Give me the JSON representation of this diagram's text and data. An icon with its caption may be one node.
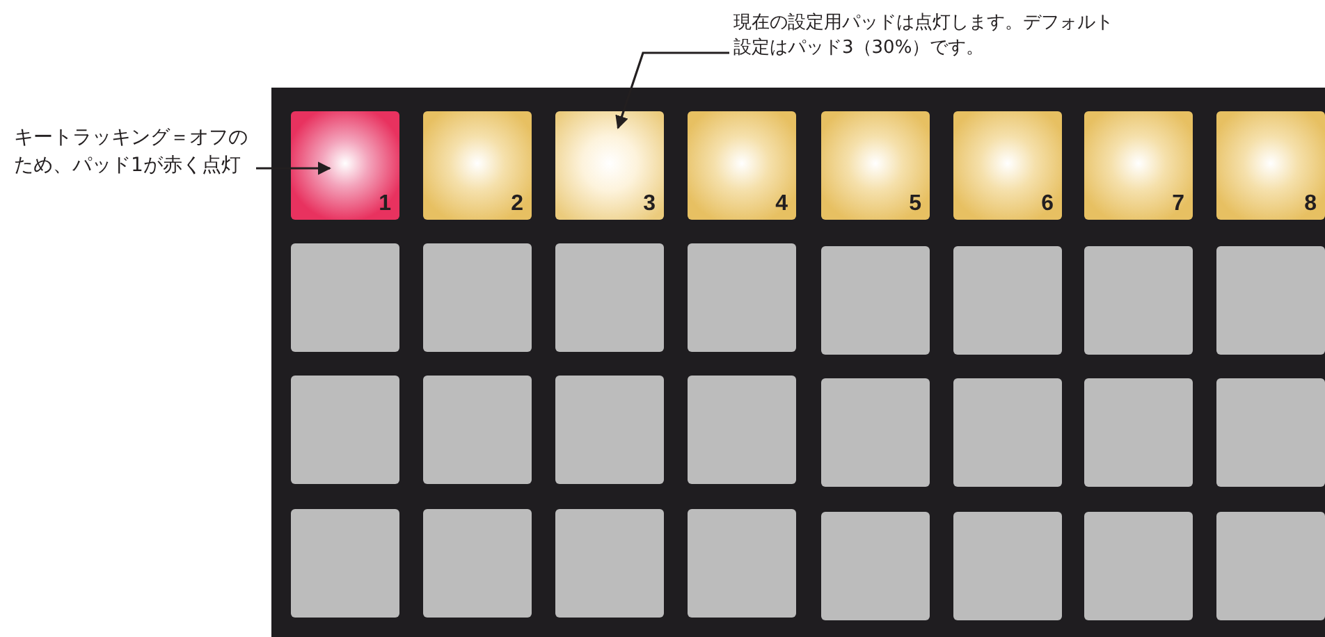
{
  "diagram": {
    "nodes": [
      {
        "text": [
          "現在の設定用パッドは点灯します。デフォルト設定はパッド3（30%）です。"
        ]
      },
      {
        "text": [
          "キートラッキング＝オフのため、パッド1が赤く点灯"
        ]
      },
      {
        "text": [
          "1"
        ]
      },
      {
        "text": [
          "2"
        ]
      },
      {
        "text": [
          "3"
        ]
      },
      {
        "text": [
          "4"
        ]
      },
      {
        "text": [
          "5"
        ]
      },
      {
        "text": [
          "6"
        ]
      },
      {
        "text": [
          "7"
        ]
      },
      {
        "text": [
          "8"
        ]
      },
      {
        "text": [],
        "shape": "box"
      },
      {
        "text": [],
        "shape": "box"
      },
      {
        "text": [],
        "shape": "box"
      },
      {
        "text": [],
        "shape": "box"
      },
      {
        "text": [],
        "shape": "box"
      },
      {
        "text": [],
        "shape": "box"
      },
      {
        "text": [],
        "shape": "box"
      },
      {
        "text": [],
        "shape": "box"
      },
      {
        "text": [],
        "shape": "box"
      },
      {
        "text": [],
        "shape": "box"
      },
      {
        "text": [],
        "shape": "box"
      },
      {
        "text": [],
        "shape": "box"
      },
      {
        "text": [],
        "shape": "box"
      },
      {
        "text": [],
        "shape": "box"
      },
      {
        "text": [],
        "shape": "box"
      },
      {
        "text": [],
        "shape": "box"
      },
      {
        "text": [],
        "shape": "box"
      },
      {
        "text": [],
        "shape": "box"
      },
      {
        "text": [],
        "shape": "box"
      },
      {
        "text": [],
        "shape": "box"
      },
      {
        "text": [],
        "shape": "box"
      },
      {
        "text": [],
        "shape": "box"
      },
      {
        "text": [],
        "shape": "box"
      },
      {
        "text": [],
        "shape": "box"
      }
    ],
    "edges": [
      {
        "from": 0,
        "to": 4,
        "arrow": "to"
      },
      {
        "from": 1,
        "to": 2,
        "arrow": "to"
      }
    ]
  }
}
